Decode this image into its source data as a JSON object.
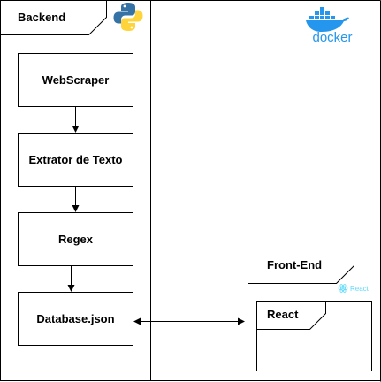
{
  "frames": {
    "backend": {
      "label": "Backend",
      "logo": "python-logo-icon"
    },
    "docker": {
      "logo": "docker-whale-icon",
      "logo_text": "docker",
      "color": "#2496ed"
    },
    "frontend": {
      "label": "Front-End",
      "logo": "react-logo-icon",
      "logo_text": "React",
      "color": "#61dafb"
    },
    "react": {
      "label": "React"
    }
  },
  "nodes": {
    "webscraper": {
      "label": "WebScraper"
    },
    "extrator": {
      "label": "Extrator de Texto"
    },
    "regex": {
      "label": "Regex"
    },
    "database": {
      "label": "Database.json"
    }
  },
  "edges": [
    {
      "from": "WebScraper",
      "to": "Extrator de Texto",
      "direction": "forward"
    },
    {
      "from": "Extrator de Texto",
      "to": "Regex",
      "direction": "forward"
    },
    {
      "from": "Regex",
      "to": "Database.json",
      "direction": "forward"
    },
    {
      "from": "Database.json",
      "to": "Front-End",
      "direction": "both"
    }
  ],
  "colors": {
    "python_blue": "#3572a5",
    "python_yellow": "#ffd43b",
    "line": "#000000"
  }
}
